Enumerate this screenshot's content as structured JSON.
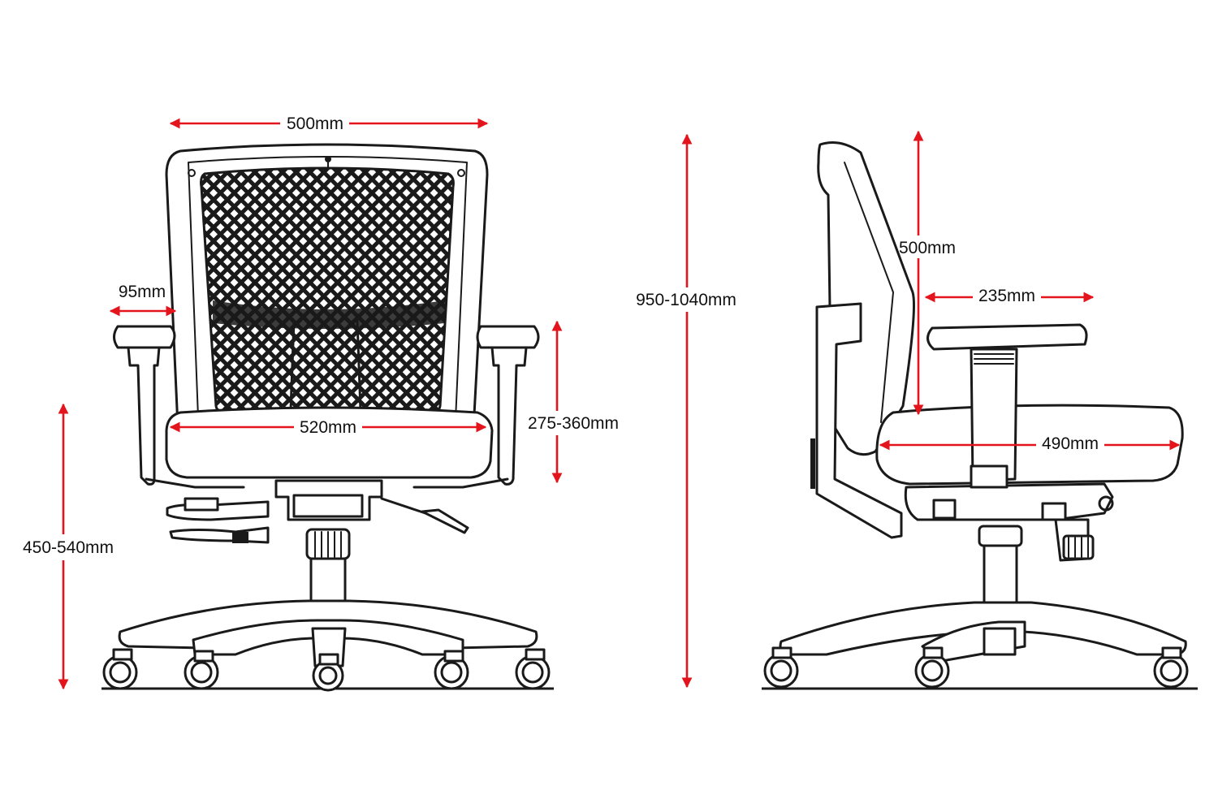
{
  "colors": {
    "dimension_line": "#e3141c",
    "outline": "#1a1a1a",
    "background": "#ffffff"
  },
  "front_view": {
    "backrest_width": "500mm",
    "armrest_pad_width": "95mm",
    "seat_width": "520mm",
    "armrest_height": "275-360mm",
    "seat_height": "450-540mm"
  },
  "overall_height": "950-1040mm",
  "side_view": {
    "backrest_height": "500mm",
    "armrest_length": "235mm",
    "seat_depth": "490mm"
  }
}
